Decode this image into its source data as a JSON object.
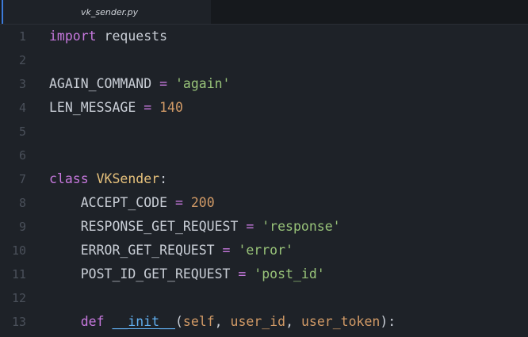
{
  "tab": {
    "filename": "vk_sender.py"
  },
  "colors": {
    "background": "#1e2228",
    "tabbar": "#16191d",
    "keyword": "#c678dd",
    "string": "#98c379",
    "number": "#d19a66",
    "class_name": "#e5c07b",
    "function": "#61afef",
    "line_number": "#4a505a"
  },
  "lines": [
    {
      "number": "1",
      "tokens": [
        {
          "t": "kw",
          "v": "import"
        },
        {
          "t": "plain",
          "v": " requests"
        }
      ]
    },
    {
      "number": "2",
      "tokens": []
    },
    {
      "number": "3",
      "tokens": [
        {
          "t": "plain",
          "v": "AGAIN_COMMAND"
        },
        {
          "t": "kw",
          "v": " = "
        },
        {
          "t": "str",
          "v": "'again'"
        }
      ]
    },
    {
      "number": "4",
      "tokens": [
        {
          "t": "plain",
          "v": "LEN_MESSAGE"
        },
        {
          "t": "kw",
          "v": " = "
        },
        {
          "t": "num",
          "v": "140"
        }
      ]
    },
    {
      "number": "5",
      "tokens": []
    },
    {
      "number": "6",
      "tokens": []
    },
    {
      "number": "7",
      "tokens": [
        {
          "t": "kw",
          "v": "class"
        },
        {
          "t": "plain",
          "v": " "
        },
        {
          "t": "cls",
          "v": "VKSender"
        },
        {
          "t": "plain",
          "v": ":"
        }
      ]
    },
    {
      "number": "8",
      "tokens": [
        {
          "t": "plain",
          "v": "    ACCEPT_CODE"
        },
        {
          "t": "kw",
          "v": " = "
        },
        {
          "t": "num",
          "v": "200"
        }
      ]
    },
    {
      "number": "9",
      "tokens": [
        {
          "t": "plain",
          "v": "    RESPONSE_GET_REQUEST"
        },
        {
          "t": "kw",
          "v": " = "
        },
        {
          "t": "str",
          "v": "'response'"
        }
      ]
    },
    {
      "number": "10",
      "tokens": [
        {
          "t": "plain",
          "v": "    ERROR_GET_REQUEST"
        },
        {
          "t": "kw",
          "v": " = "
        },
        {
          "t": "str",
          "v": "'error'"
        }
      ]
    },
    {
      "number": "11",
      "tokens": [
        {
          "t": "plain",
          "v": "    POST_ID_GET_REQUEST"
        },
        {
          "t": "kw",
          "v": " = "
        },
        {
          "t": "str",
          "v": "'post_id'"
        }
      ]
    },
    {
      "number": "12",
      "tokens": []
    },
    {
      "number": "13",
      "tokens": [
        {
          "t": "plain",
          "v": "    "
        },
        {
          "t": "kw",
          "v": "def"
        },
        {
          "t": "plain",
          "v": " "
        },
        {
          "t": "dunder",
          "v": "__init__"
        },
        {
          "t": "plain",
          "v": "("
        },
        {
          "t": "param",
          "v": "self"
        },
        {
          "t": "plain",
          "v": ", "
        },
        {
          "t": "param",
          "v": "user_id"
        },
        {
          "t": "plain",
          "v": ", "
        },
        {
          "t": "param",
          "v": "user_token"
        },
        {
          "t": "plain",
          "v": "):"
        }
      ]
    }
  ]
}
